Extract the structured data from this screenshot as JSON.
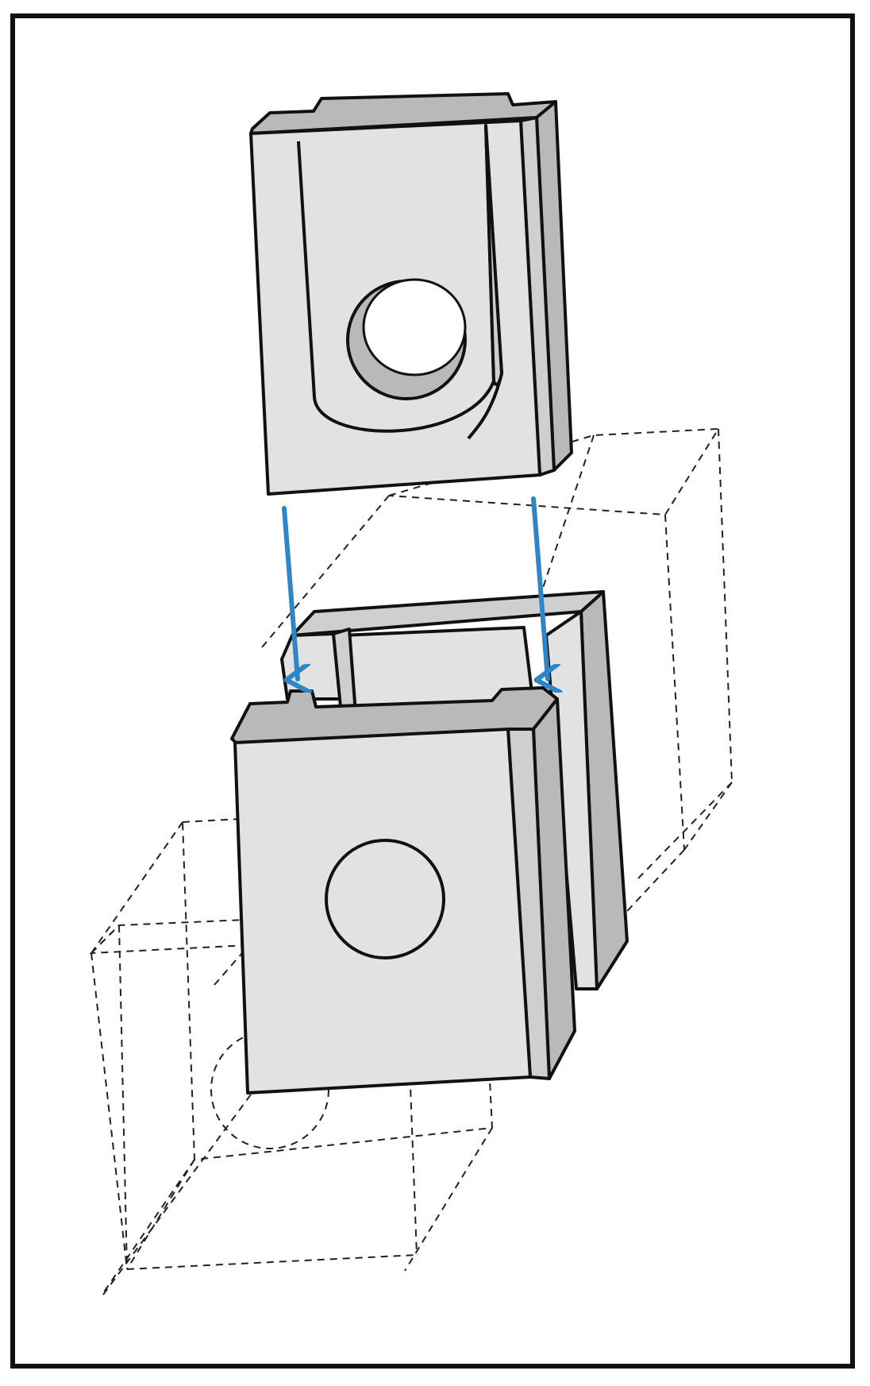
{
  "diagram": {
    "description_visible_text": "",
    "colors": {
      "frame": "#111111",
      "face_light": "#e2e2e2",
      "face_mid": "#cfcfcf",
      "face_dark": "#b9b9b9",
      "outline": "#111111",
      "dashed": "#222222",
      "arrow": "#2e86c8",
      "background": "#ffffff"
    },
    "parts": {
      "top_part": "slotted-block-with-hole",
      "bottom_front_part": "block-with-hole-and-tabs",
      "bottom_back_part": "channel-block"
    },
    "arrow_count": 2
  }
}
